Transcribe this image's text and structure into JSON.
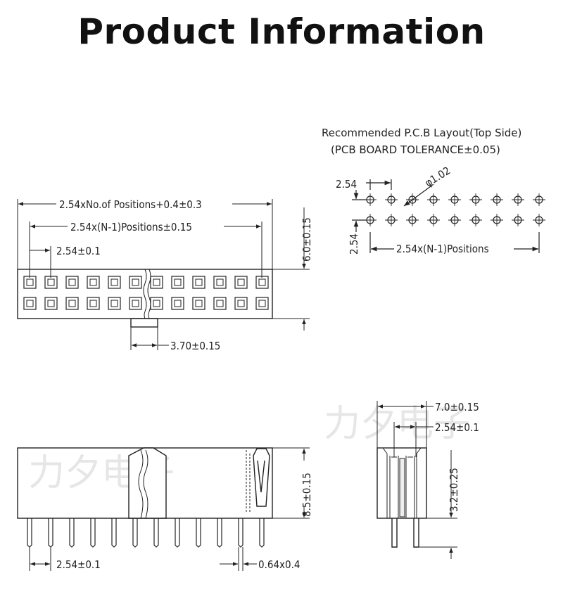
{
  "title": "Product Information",
  "pcb": {
    "line1": "Recommended P.C.B Layout(Top Side)",
    "line2": "(PCB BOARD TOLERANCE±0.05)",
    "pitch_h": "2.54",
    "pitch_v": "2.54",
    "hole": "φ1.02",
    "span": "2.54x(N-1)Positions"
  },
  "top_view": {
    "overall": "2.54xNo.of Positions+0.4±0.3",
    "span": "2.54x(N-1)Positions±0.15",
    "pitch": "2.54±0.1",
    "height": "6.0±0.15",
    "key": "3.70±0.15"
  },
  "front_view": {
    "pitch": "2.54±0.1",
    "pin": "0.64x0.4",
    "height": "8.5±0.15"
  },
  "side_view": {
    "width": "7.0±0.15",
    "pitch": "2.54±0.1",
    "tail": "3.2±0.25"
  },
  "watermark": "力夕电子"
}
